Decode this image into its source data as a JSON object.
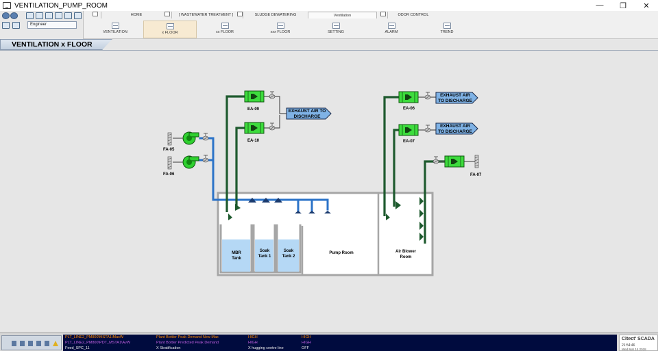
{
  "window": {
    "title": "VENTILATION_PUMP_ROOM"
  },
  "toolbar": {
    "user_label": "Engineer",
    "top_tabs": [
      {
        "label": "HOME"
      },
      {
        "label": "[ WASTEWATER TREATMENT ]"
      },
      {
        "label": "SLUDGE DEWATERING"
      },
      {
        "label": "Ventilation"
      },
      {
        "label": "ODOR CONTROL"
      }
    ],
    "sub_tabs": [
      {
        "label": "VENTILATION"
      },
      {
        "label": "x FLOOR"
      },
      {
        "label": "xx FLOOR"
      },
      {
        "label": "xxx FLOOR"
      },
      {
        "label": "SETTING"
      },
      {
        "label": "ALARM"
      },
      {
        "label": "TREND"
      }
    ]
  },
  "page": {
    "title": "VENTILATION x FLOOR"
  },
  "diagram": {
    "exhaust_label": "EXHAUST AIR TO DISCHARGE",
    "exhaust_fans": [
      {
        "id": "EA-09"
      },
      {
        "id": "EA-10"
      },
      {
        "id": "EA-06"
      },
      {
        "id": "EA-07"
      },
      {
        "id": "FA-07"
      }
    ],
    "supply_fans": [
      {
        "id": "FA-05"
      },
      {
        "id": "FA-06"
      }
    ],
    "rooms": {
      "mbr": "MBR Tank",
      "soak1": "Soak Tank 1",
      "soak2": "Soak Tank 2",
      "pump": "Pump Room",
      "blower": "Air Blower Room"
    },
    "colors": {
      "supply_pipe": "#2b73c8",
      "exhaust_pipe": "#1e5a2e",
      "fan_on": "#3ddc3d",
      "tank_water": "#b5d8f5",
      "arrow_fill": "#7fb2e5"
    }
  },
  "alarms": {
    "rows": [
      {
        "tag": "PLT_LINE2_PM800\\MSTA1\\MaxW",
        "desc": "Plant Bottler Peak Demand New Max",
        "state": "HIGH",
        "value": "HIGH",
        "color": "#ff8a00"
      },
      {
        "tag": "PLT_LINE2_PM800\\PDT_MSTA1\\AvW",
        "desc": "Plant Bottler Predicted Peak Demand",
        "state": "HIGH",
        "value": "HIGH",
        "color": "#c060e0"
      },
      {
        "tag": "Feed_SPC_11",
        "desc": "X Stratification",
        "state": "X hugging centre line",
        "value": "OFF",
        "color": "#f0f0f0"
      }
    ]
  },
  "brand": {
    "name": "Citect' SCADA",
    "time": "21:54:46",
    "date": "Wed Mar 14 2018"
  }
}
